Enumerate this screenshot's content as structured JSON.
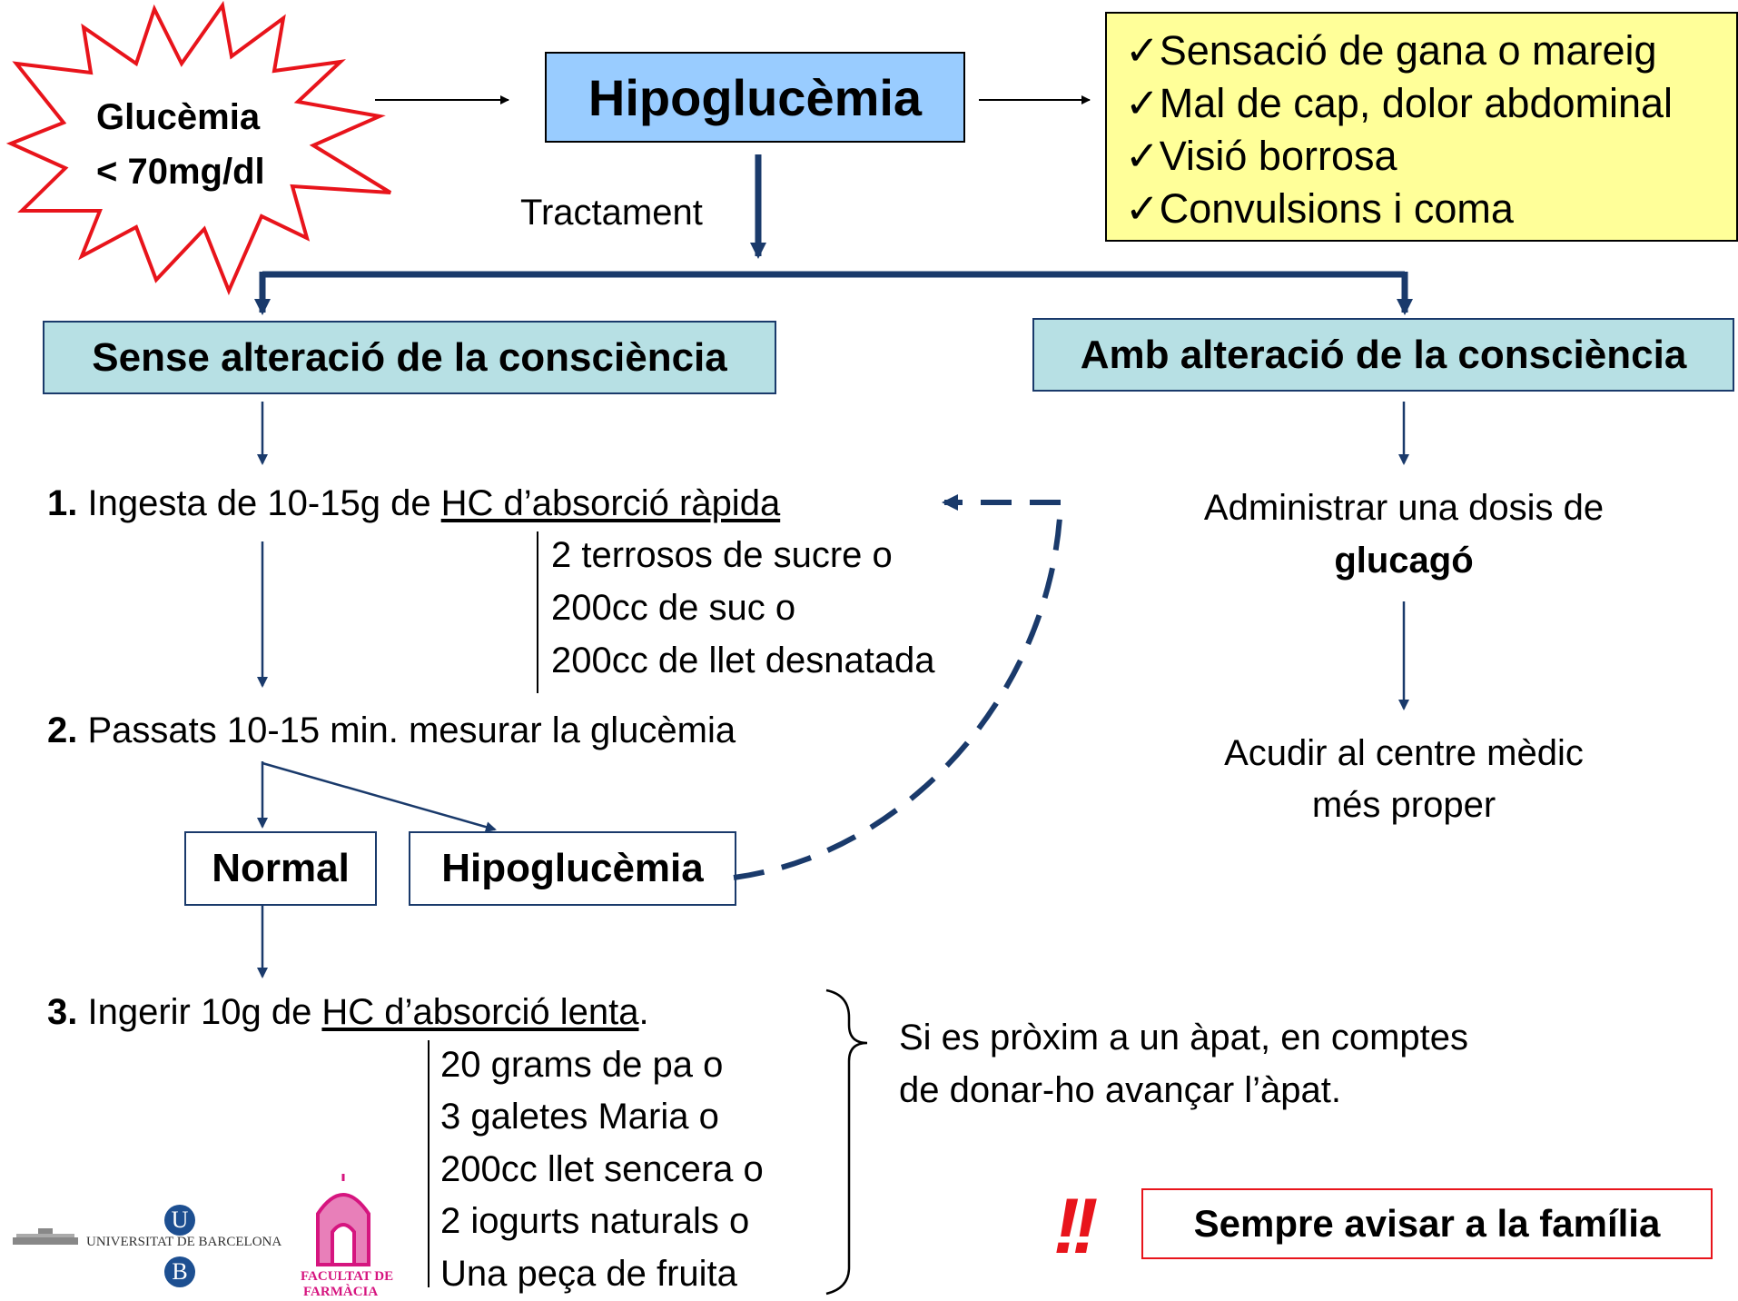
{
  "colors": {
    "arrow": "#1a3a6b",
    "main_box_fill": "#99ccff",
    "teal_box_fill": "#b7e0e4",
    "symptoms_fill": "#ffff99",
    "star_stroke": "#e8141b",
    "alert_red": "#e8141b",
    "logo_blue": "#1d4f91",
    "logo_pink": "#d6157f"
  },
  "starburst": {
    "line1": "Glucèmia",
    "line2": "< 70mg/dl"
  },
  "main_title": "Hipoglucèmia",
  "symptoms": [
    "✓Sensació de gana o mareig",
    "✓Mal de cap, dolor abdominal",
    "✓Visió borrosa",
    "✓Convulsions i coma"
  ],
  "treatment_label": "Tractament",
  "left_branch": {
    "title": "Sense alteració de la consciència",
    "step1": {
      "number": "1.",
      "text_before": " Ingesta de 10-15g de ",
      "link": "HC d’absorció ràpida"
    },
    "step1_options": [
      "2 terrosos de sucre o",
      "200cc de suc o",
      "200cc de llet desnatada"
    ],
    "step2": {
      "number": "2.",
      "text": " Passats 10-15 min. mesurar la glucèmia"
    },
    "outcome_normal": "Normal",
    "outcome_hypo": "Hipoglucèmia",
    "step3": {
      "number": "3.",
      "text_before": " Ingerir 10g de ",
      "link": "HC d’absorció lenta",
      "text_after": "."
    },
    "step3_options": [
      "20 grams de pa o",
      "3 galetes Maria o",
      "200cc llet sencera o",
      "2 iogurts naturals o",
      "Una peça de fruita"
    ],
    "note_line1": "Si es pròxim a un àpat, en comptes",
    "note_line2": "de donar-ho avançar l’àpat."
  },
  "right_branch": {
    "title": "Amb alteració de la consciència",
    "step_a_line1": "Administrar una dosis de",
    "step_a_line2": "glucagó",
    "step_b_line1": "Acudir al centre mèdic",
    "step_b_line2": "més proper"
  },
  "alert": {
    "marks": "!!",
    "text": "Sempre avisar a la família"
  },
  "logos": {
    "university": "UNIVERSITAT DE BARCELONA",
    "ub_u": "U",
    "ub_b": "B",
    "faculty_line1": "FACULTAT DE",
    "faculty_line2": "FARMÀCIA"
  }
}
